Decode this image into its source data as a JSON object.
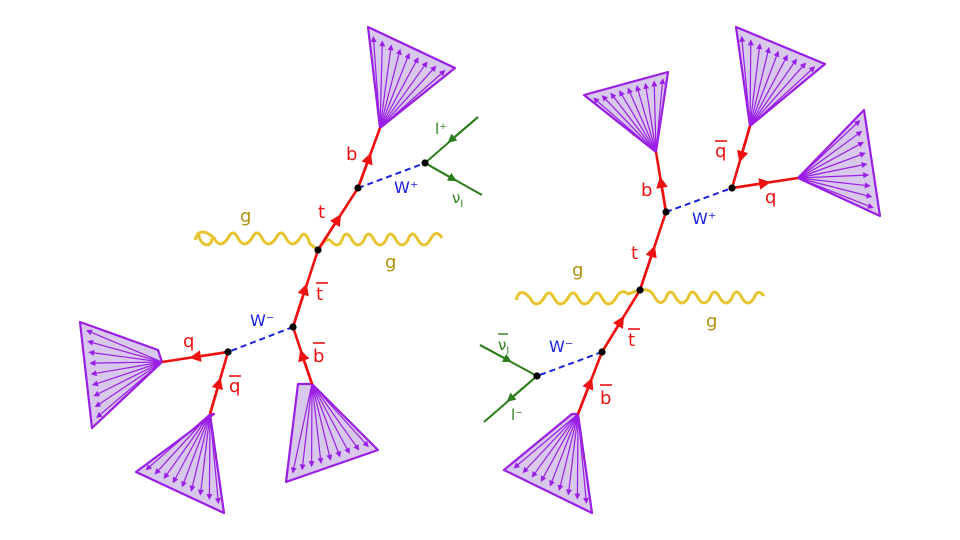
{
  "colors": {
    "quark": "#ee1111",
    "wboson": "#1a22dd",
    "gluon": "#e8c430",
    "gluon_label": "#b09010",
    "lepton": "#2e7d1c",
    "jet_fill": "#d8c8ec",
    "jet_stroke": "#9a1ee6",
    "vertex": "#000000"
  },
  "diagrams": [
    {
      "labels": {
        "b": "b",
        "t": "t",
        "tbar": "t",
        "bbar": "b",
        "wplus": "W⁺",
        "wminus": "W⁻",
        "lplus": "l⁺",
        "nu": "ν",
        "nu_sub": "l",
        "q": "q",
        "qbar": "q",
        "g_top": "g",
        "g_bottom": "g"
      }
    },
    {
      "labels": {
        "b": "b",
        "t": "t",
        "tbar": "t",
        "bbar": "b",
        "wplus": "W⁺",
        "wminus": "W⁻",
        "lminus": "l⁻",
        "nubar": "ν",
        "nu_sub": "l",
        "q": "q",
        "qbar": "q",
        "g_top": "g",
        "g_bottom": "g"
      }
    }
  ]
}
